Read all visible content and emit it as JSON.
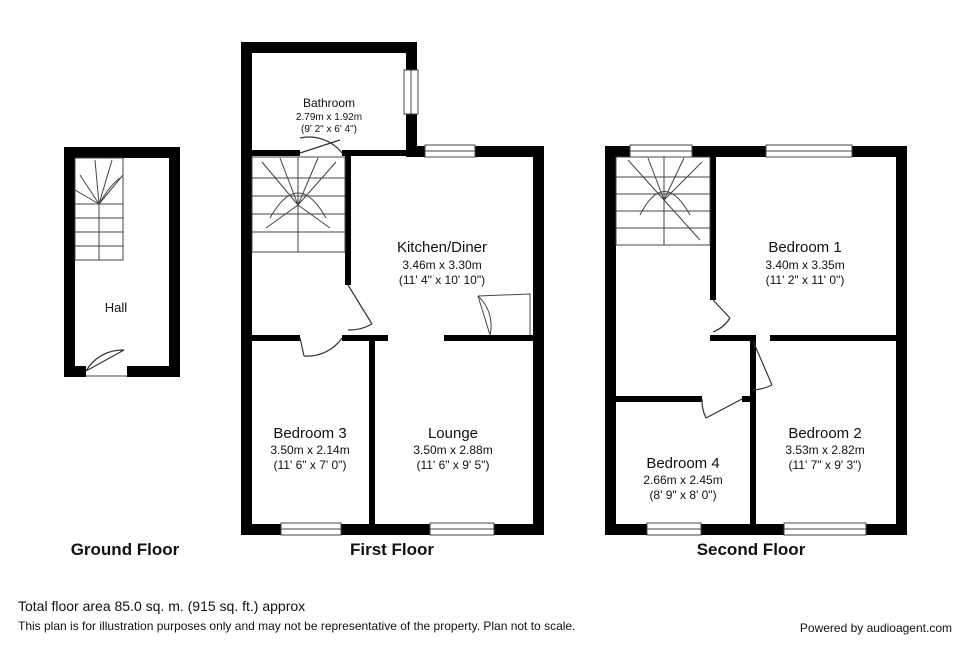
{
  "floors": {
    "ground": {
      "label": "Ground Floor"
    },
    "first": {
      "label": "First Floor"
    },
    "second": {
      "label": "Second Floor"
    }
  },
  "rooms": {
    "hall": {
      "name": "Hall"
    },
    "bathroom": {
      "name": "Bathroom",
      "metric": "2.79m x 1.92m",
      "imperial": "(9' 2\" x 6' 4\")"
    },
    "kitchen": {
      "name": "Kitchen/Diner",
      "metric": "3.46m x 3.30m",
      "imperial": "(11' 4\" x 10' 10\")"
    },
    "bedroom3": {
      "name": "Bedroom 3",
      "metric": "3.50m x 2.14m",
      "imperial": "(11' 6\" x 7' 0\")"
    },
    "lounge": {
      "name": "Lounge",
      "metric": "3.50m x 2.88m",
      "imperial": "(11' 6\" x 9' 5\")"
    },
    "bedroom1": {
      "name": "Bedroom 1",
      "metric": "3.40m x 3.35m",
      "imperial": "(11' 2\" x 11' 0\")"
    },
    "bedroom2": {
      "name": "Bedroom 2",
      "metric": "3.53m x 2.82m",
      "imperial": "(11' 7\" x 9' 3\")"
    },
    "bedroom4": {
      "name": "Bedroom 4",
      "metric": "2.66m x 2.45m",
      "imperial": "(8' 9\" x 8' 0\")"
    }
  },
  "footer": {
    "total_area": "Total floor area 85.0 sq. m. (915 sq. ft.) approx",
    "disclaimer": "This plan is for illustration purposes only and may not be representative of the property. Plan not to scale.",
    "powered_by": "Powered by audioagent.com"
  }
}
